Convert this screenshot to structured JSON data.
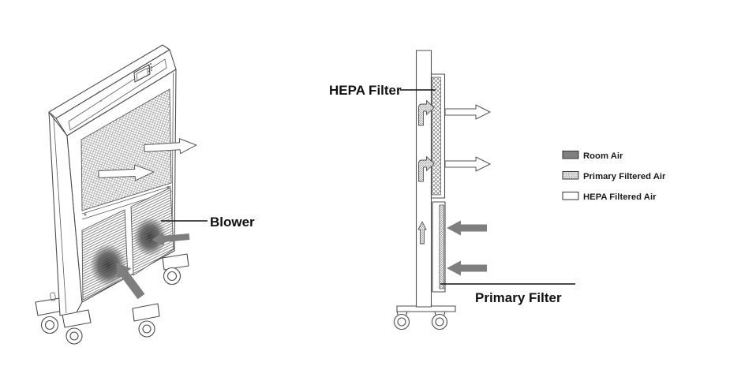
{
  "diagram": {
    "callouts": {
      "blower": "Blower",
      "hepa_filter": "HEPA Filter",
      "primary_filter": "Primary Filter"
    },
    "legend": {
      "items": [
        {
          "label": "Room Air",
          "swatch": "solid-gray"
        },
        {
          "label": "Primary Filtered Air",
          "swatch": "stippled"
        },
        {
          "label": "HEPA Filtered Air",
          "swatch": "white-outline"
        }
      ]
    },
    "colors": {
      "room_air_gray": "#808080",
      "drawing_line": "#4d4d4d",
      "label_text": "#111111",
      "background": "#ffffff"
    }
  }
}
